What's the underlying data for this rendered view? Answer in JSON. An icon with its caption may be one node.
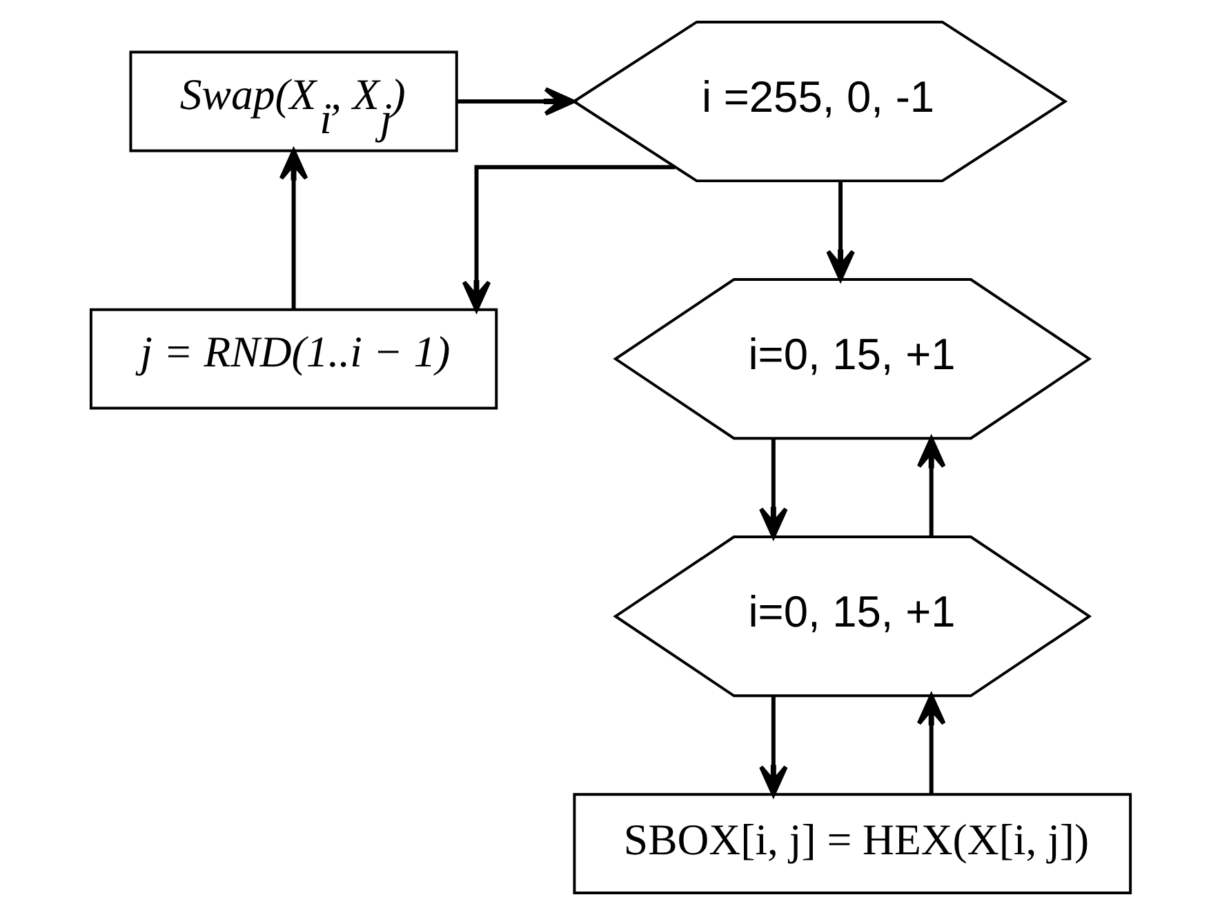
{
  "diagram": {
    "nodes": [
      {
        "text": [
          "i =255, 0, -1"
        ]
      },
      {
        "text": [
          "Swap(X$_{i}$, X$_{j}$)"
        ]
      },
      {
        "text": [
          "j = RND(1..i − 1)"
        ]
      },
      {
        "text": [
          "i=0, 15, +1"
        ]
      },
      {
        "text": [
          "i=0, 15, +1"
        ]
      },
      {
        "text": [
          "SBOX[i, j] = HEX(X[i, j])"
        ]
      }
    ],
    "edges": [
      {
        "from": 0,
        "to": 3,
        "arrow": "to"
      },
      {
        "from": 0,
        "to": 2,
        "arrow": "to"
      },
      {
        "from": 2,
        "to": 1,
        "arrow": "to"
      },
      {
        "from": 1,
        "to": 0,
        "arrow": "to"
      },
      {
        "from": 3,
        "to": 4,
        "arrow": "to"
      },
      {
        "from": 4,
        "to": 5,
        "arrow": "to"
      },
      {
        "from": 5,
        "to": 4,
        "arrow": "to"
      },
      {
        "from": 4,
        "to": 3,
        "arrow": "to"
      }
    ]
  }
}
